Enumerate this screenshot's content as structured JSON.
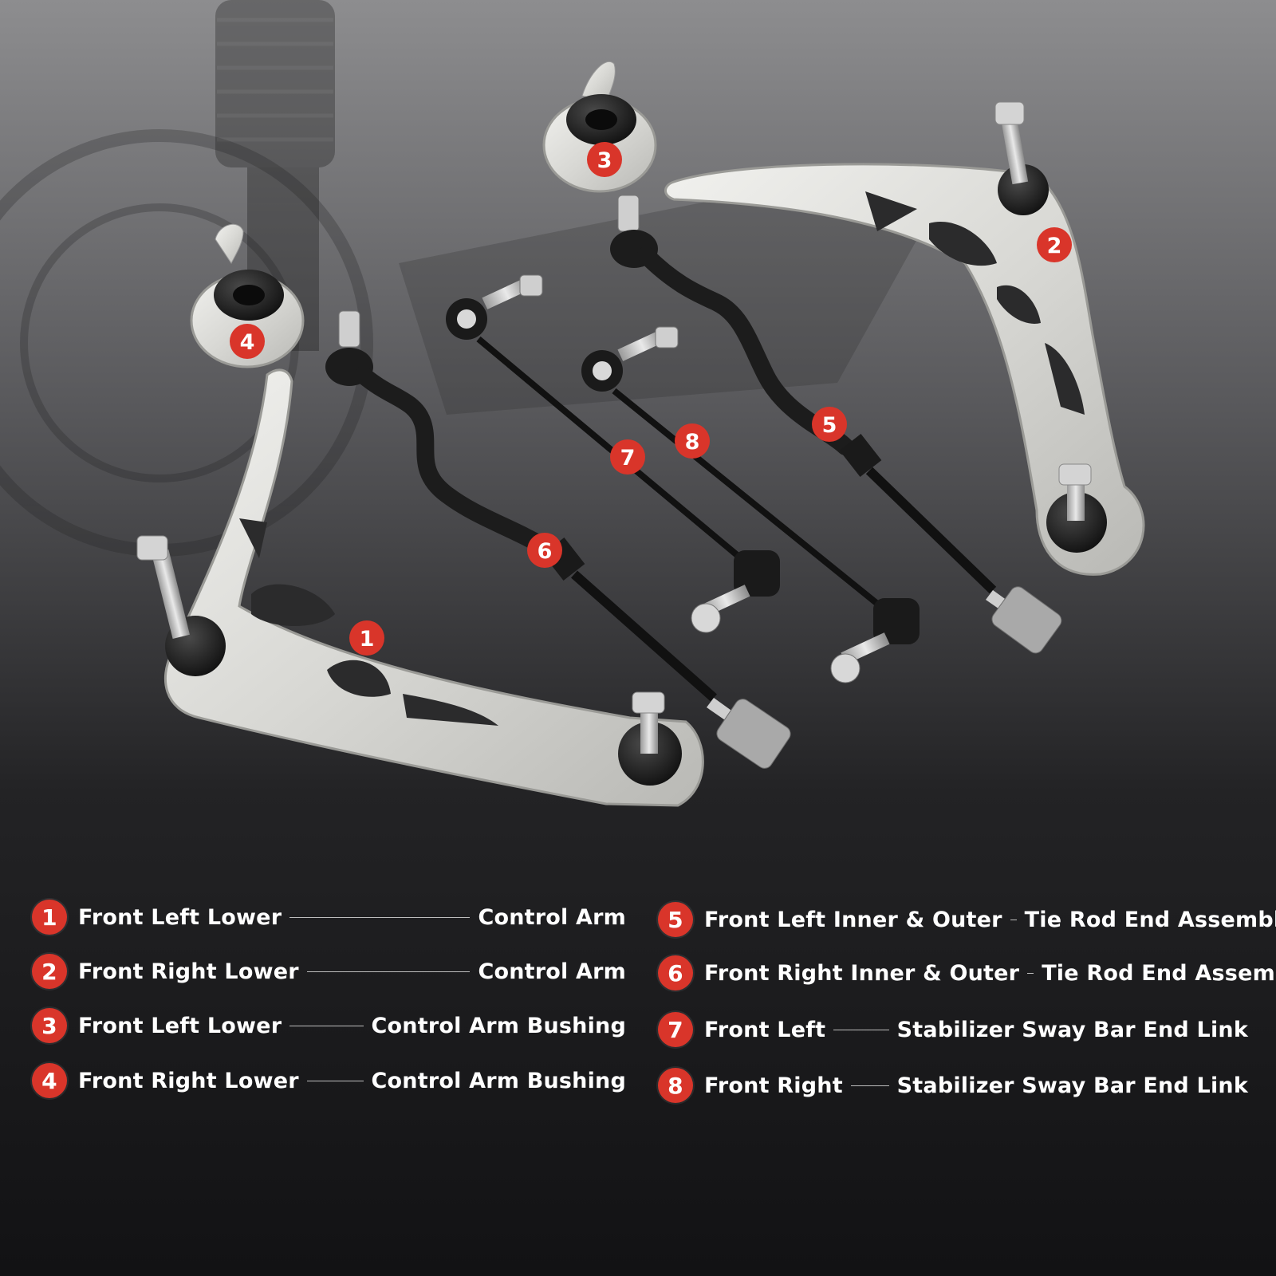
{
  "callouts": [
    "1",
    "2",
    "3",
    "4",
    "5",
    "6",
    "7",
    "8"
  ],
  "legend": [
    {
      "num": "1",
      "part": "Front Left Lower",
      "type": "Control Arm"
    },
    {
      "num": "2",
      "part": "Front Right Lower",
      "type": "Control Arm"
    },
    {
      "num": "3",
      "part": "Front Left Lower",
      "type": "Control Arm Bushing"
    },
    {
      "num": "4",
      "part": "Front Right Lower",
      "type": "Control Arm Bushing"
    },
    {
      "num": "5",
      "part": "Front Left Inner & Outer",
      "type": "Tie Rod End Assembly"
    },
    {
      "num": "6",
      "part": "Front Right Inner & Outer",
      "type": "Tie Rod End Assembly"
    },
    {
      "num": "7",
      "part": "Front Left",
      "type": "Stabilizer Sway Bar End Link"
    },
    {
      "num": "8",
      "part": "Front Right",
      "type": "Stabilizer Sway Bar End Link"
    }
  ],
  "colors": {
    "badge": "#d9352a",
    "background": "#161618",
    "text": "#ffffff"
  }
}
